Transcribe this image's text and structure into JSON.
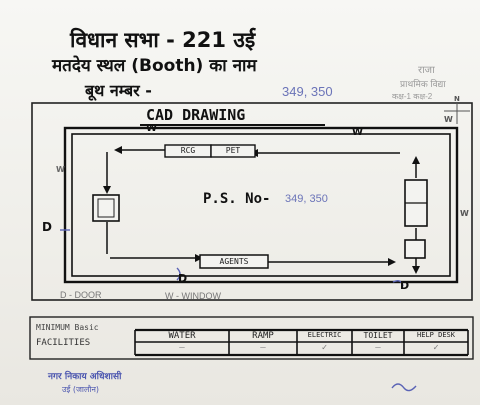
{
  "header": {
    "line1": "विधान सभा - 221 उर्ई",
    "line2": "मतदेय स्थल (Booth) का नाम",
    "line3_label": "बूथ नम्बर -",
    "booth_numbers": "349, 350",
    "side_note_1": "राजा",
    "side_note_2": "प्राथमिक विद्या",
    "side_note_3": "कक्ष-1 कक्ष-2"
  },
  "drawing": {
    "title": "CAD DRAWING",
    "ps_label": "P.S. No-",
    "ps_numbers": "349, 350",
    "window_marks": [
      "W",
      "W",
      "W",
      "W",
      "W"
    ],
    "door_marks": [
      "D",
      "D",
      "D"
    ],
    "labels": {
      "top_box_left": "RCG",
      "top_box_right": "PET",
      "bottom_box": "AGENTS",
      "compass": "N"
    },
    "legend": {
      "door": "D - DOOR",
      "window": "W - WINDOW"
    }
  },
  "facilities": {
    "label_line1": "MINIMUM Basic",
    "label_line2": "FACILITIES",
    "columns": [
      "WATER",
      "RAMP",
      "ELECTRIC",
      "TOILET",
      "HELP DESK"
    ],
    "values": [
      "—",
      "—",
      "✓",
      "—",
      "✓"
    ]
  },
  "footer": {
    "office_line1": "नगर निकाय अधिशासी",
    "office_line2": "उर्ई (जालौन)"
  }
}
